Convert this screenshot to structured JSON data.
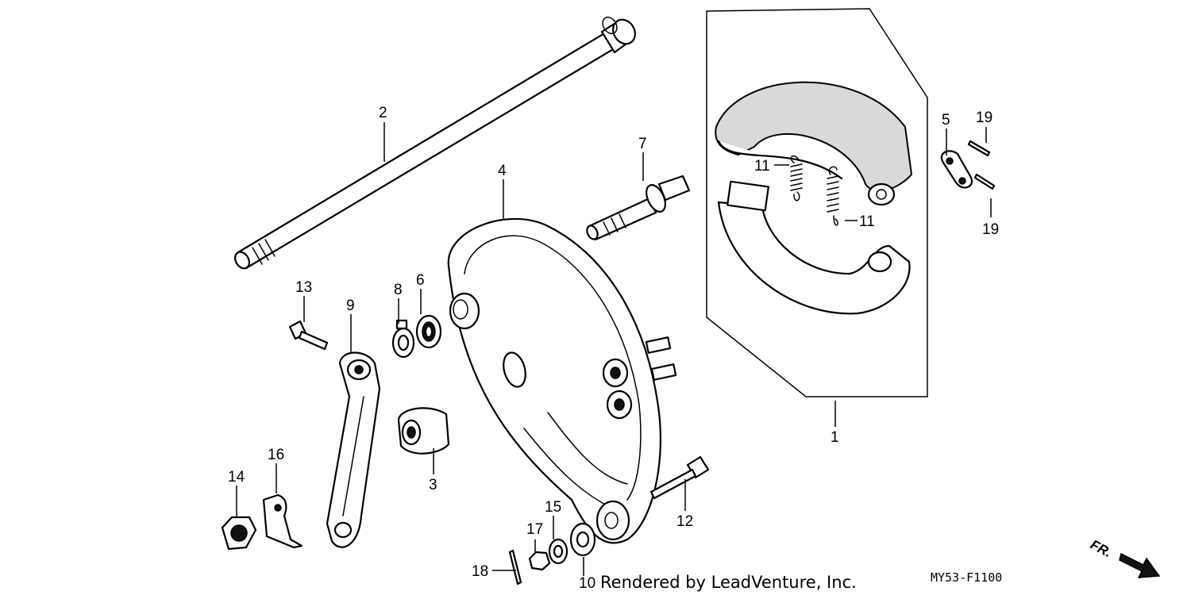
{
  "diagram": {
    "drawing_code": "MY53-F1100",
    "credit": "Rendered by LeadVenture, Inc.",
    "direction_label": "FR.",
    "callouts": [
      {
        "id": "1",
        "text": "1"
      },
      {
        "id": "2",
        "text": "2"
      },
      {
        "id": "3",
        "text": "3"
      },
      {
        "id": "4",
        "text": "4"
      },
      {
        "id": "5",
        "text": "5"
      },
      {
        "id": "6",
        "text": "6"
      },
      {
        "id": "7",
        "text": "7"
      },
      {
        "id": "8",
        "text": "8"
      },
      {
        "id": "9",
        "text": "9"
      },
      {
        "id": "10",
        "text": "10"
      },
      {
        "id": "11a",
        "text": "11"
      },
      {
        "id": "11b",
        "text": "11"
      },
      {
        "id": "12",
        "text": "12"
      },
      {
        "id": "13",
        "text": "13"
      },
      {
        "id": "14",
        "text": "14"
      },
      {
        "id": "15",
        "text": "15"
      },
      {
        "id": "16",
        "text": "16"
      },
      {
        "id": "17",
        "text": "17"
      },
      {
        "id": "18",
        "text": "18"
      },
      {
        "id": "19a",
        "text": "19"
      },
      {
        "id": "19b",
        "text": "19"
      }
    ]
  }
}
